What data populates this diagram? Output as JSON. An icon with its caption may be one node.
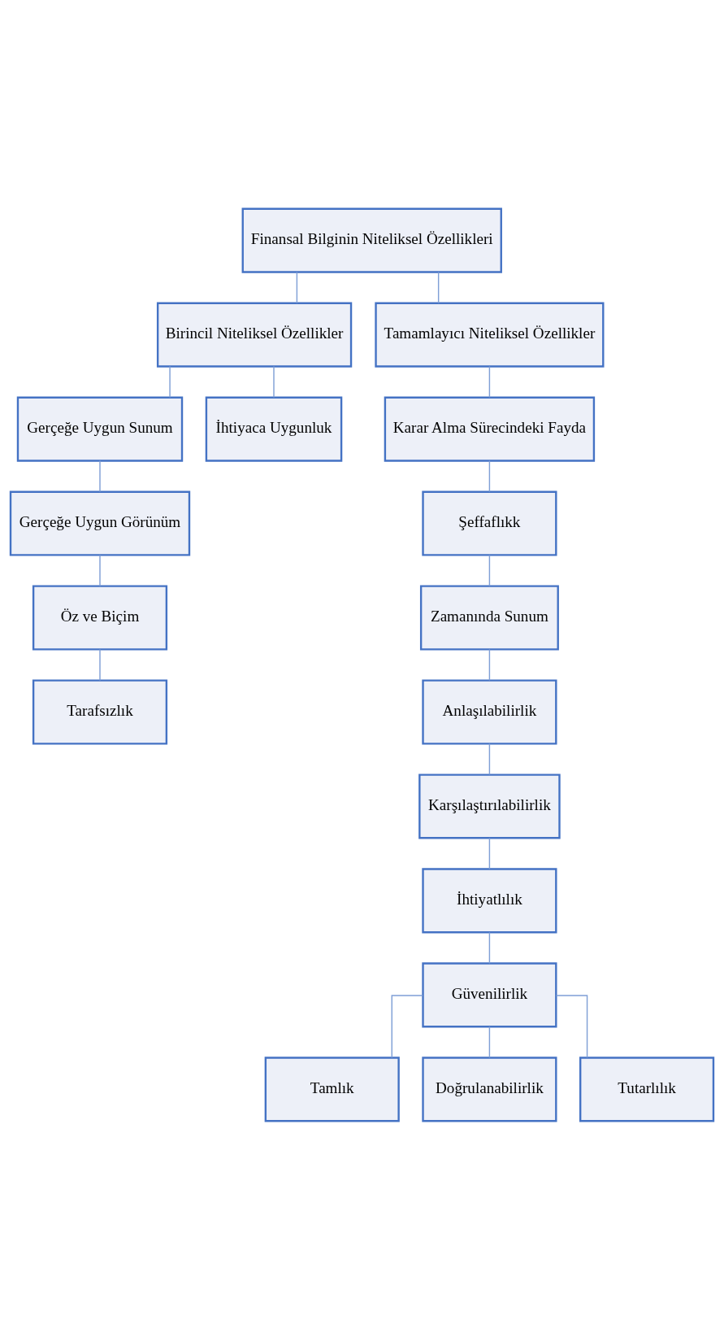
{
  "diagram": {
    "nodes": [
      {
        "text": [
          "Finansal Bilginin Niteliksel Özellikleri"
        ]
      },
      {
        "text": [
          "Birincil Niteliksel Özellikler"
        ]
      },
      {
        "text": [
          "Tamamlayıcı Niteliksel Özellikler"
        ]
      },
      {
        "text": [
          "Gerçeğe Uygun Sunum"
        ]
      },
      {
        "text": [
          "İhtiyaca Uygunluk"
        ]
      },
      {
        "text": [
          "Karar Alma Sürecindeki Fayda"
        ]
      },
      {
        "text": [
          "Gerçeğe Uygun Görünüm"
        ]
      },
      {
        "text": [
          "Şeffaflıkk"
        ]
      },
      {
        "text": [
          "Öz ve Biçim"
        ]
      },
      {
        "text": [
          "Zamanında Sunum"
        ]
      },
      {
        "text": [
          "Tarafsızlık"
        ]
      },
      {
        "text": [
          "Anlaşılabilirlik"
        ]
      },
      {
        "text": [
          "Karşılaştırılabilirlik"
        ]
      },
      {
        "text": [
          "İhtiyatlılık"
        ]
      },
      {
        "text": [
          "Güvenilirlik"
        ]
      },
      {
        "text": [
          "Tamlık"
        ]
      },
      {
        "text": [
          "Doğrulanabilirlik"
        ]
      },
      {
        "text": [
          "Tutarlılık"
        ]
      }
    ],
    "edges": [
      {
        "from": 0,
        "to": 1,
        "arrow": "none"
      },
      {
        "from": 0,
        "to": 2,
        "arrow": "none"
      },
      {
        "from": 1,
        "to": 3,
        "arrow": "none"
      },
      {
        "from": 1,
        "to": 4,
        "arrow": "none"
      },
      {
        "from": 2,
        "to": 5,
        "arrow": "none"
      },
      {
        "from": 3,
        "to": 6,
        "arrow": "none"
      },
      {
        "from": 5,
        "to": 7,
        "arrow": "none"
      },
      {
        "from": 6,
        "to": 8,
        "arrow": "none"
      },
      {
        "from": 7,
        "to": 9,
        "arrow": "none"
      },
      {
        "from": 8,
        "to": 10,
        "arrow": "none"
      },
      {
        "from": 9,
        "to": 11,
        "arrow": "none"
      },
      {
        "from": 11,
        "to": 12,
        "arrow": "none"
      },
      {
        "from": 12,
        "to": 13,
        "arrow": "none"
      },
      {
        "from": 13,
        "to": 14,
        "arrow": "none"
      },
      {
        "from": 14,
        "to": 15,
        "arrow": "none"
      },
      {
        "from": 14,
        "to": 16,
        "arrow": "none"
      },
      {
        "from": 14,
        "to": 17,
        "arrow": "none"
      }
    ]
  }
}
